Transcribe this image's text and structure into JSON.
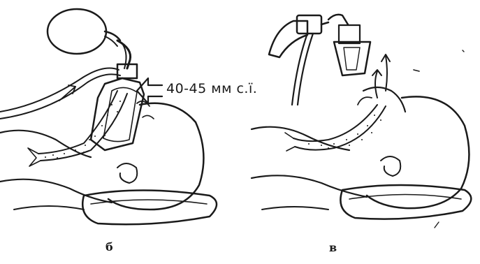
{
  "annotation": {
    "pressure_text": "40-45 мм с.ї."
  },
  "panels": [
    {
      "label": "б"
    },
    {
      "label": "в"
    }
  ],
  "colors": {
    "ink": "#1a1a1a",
    "background": "#ffffff"
  }
}
